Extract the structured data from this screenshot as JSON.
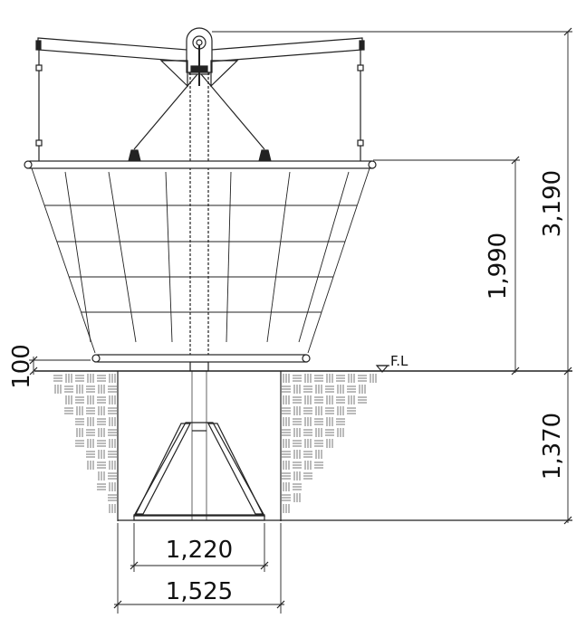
{
  "dimensions": {
    "total_height": "3,190",
    "basket_height": "1,990",
    "foundation_depth": "1,370",
    "clearance": "100",
    "frame_width": "1,220",
    "pit_width": "1,525"
  },
  "floor_level_label": "F.L",
  "colors": {
    "line": "#222222",
    "hatch": "#555555"
  }
}
